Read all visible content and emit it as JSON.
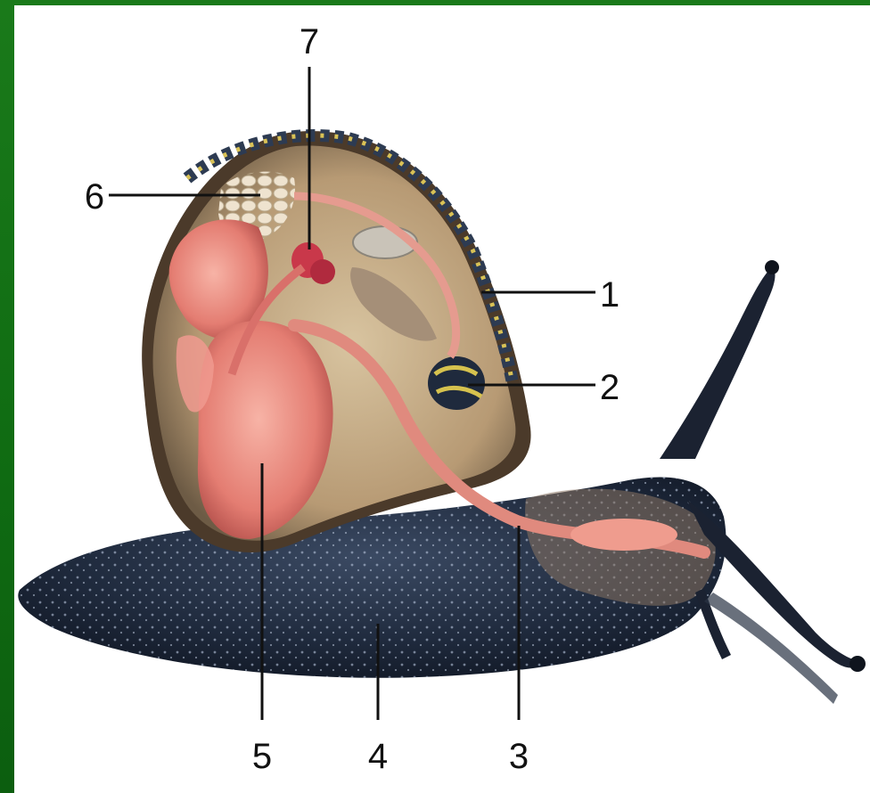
{
  "diagram": {
    "labels": {
      "l1": "1",
      "l2": "2",
      "l3": "3",
      "l4": "4",
      "l5": "5",
      "l6": "6",
      "l7": "7"
    },
    "colors": {
      "slide_background": "#0f6b12",
      "panel": "#ffffff",
      "body_dark": "#1c2434",
      "organs_pink": "#e9837a",
      "shell_tan": "#c9b08a",
      "leader_lines": "#111111"
    }
  }
}
